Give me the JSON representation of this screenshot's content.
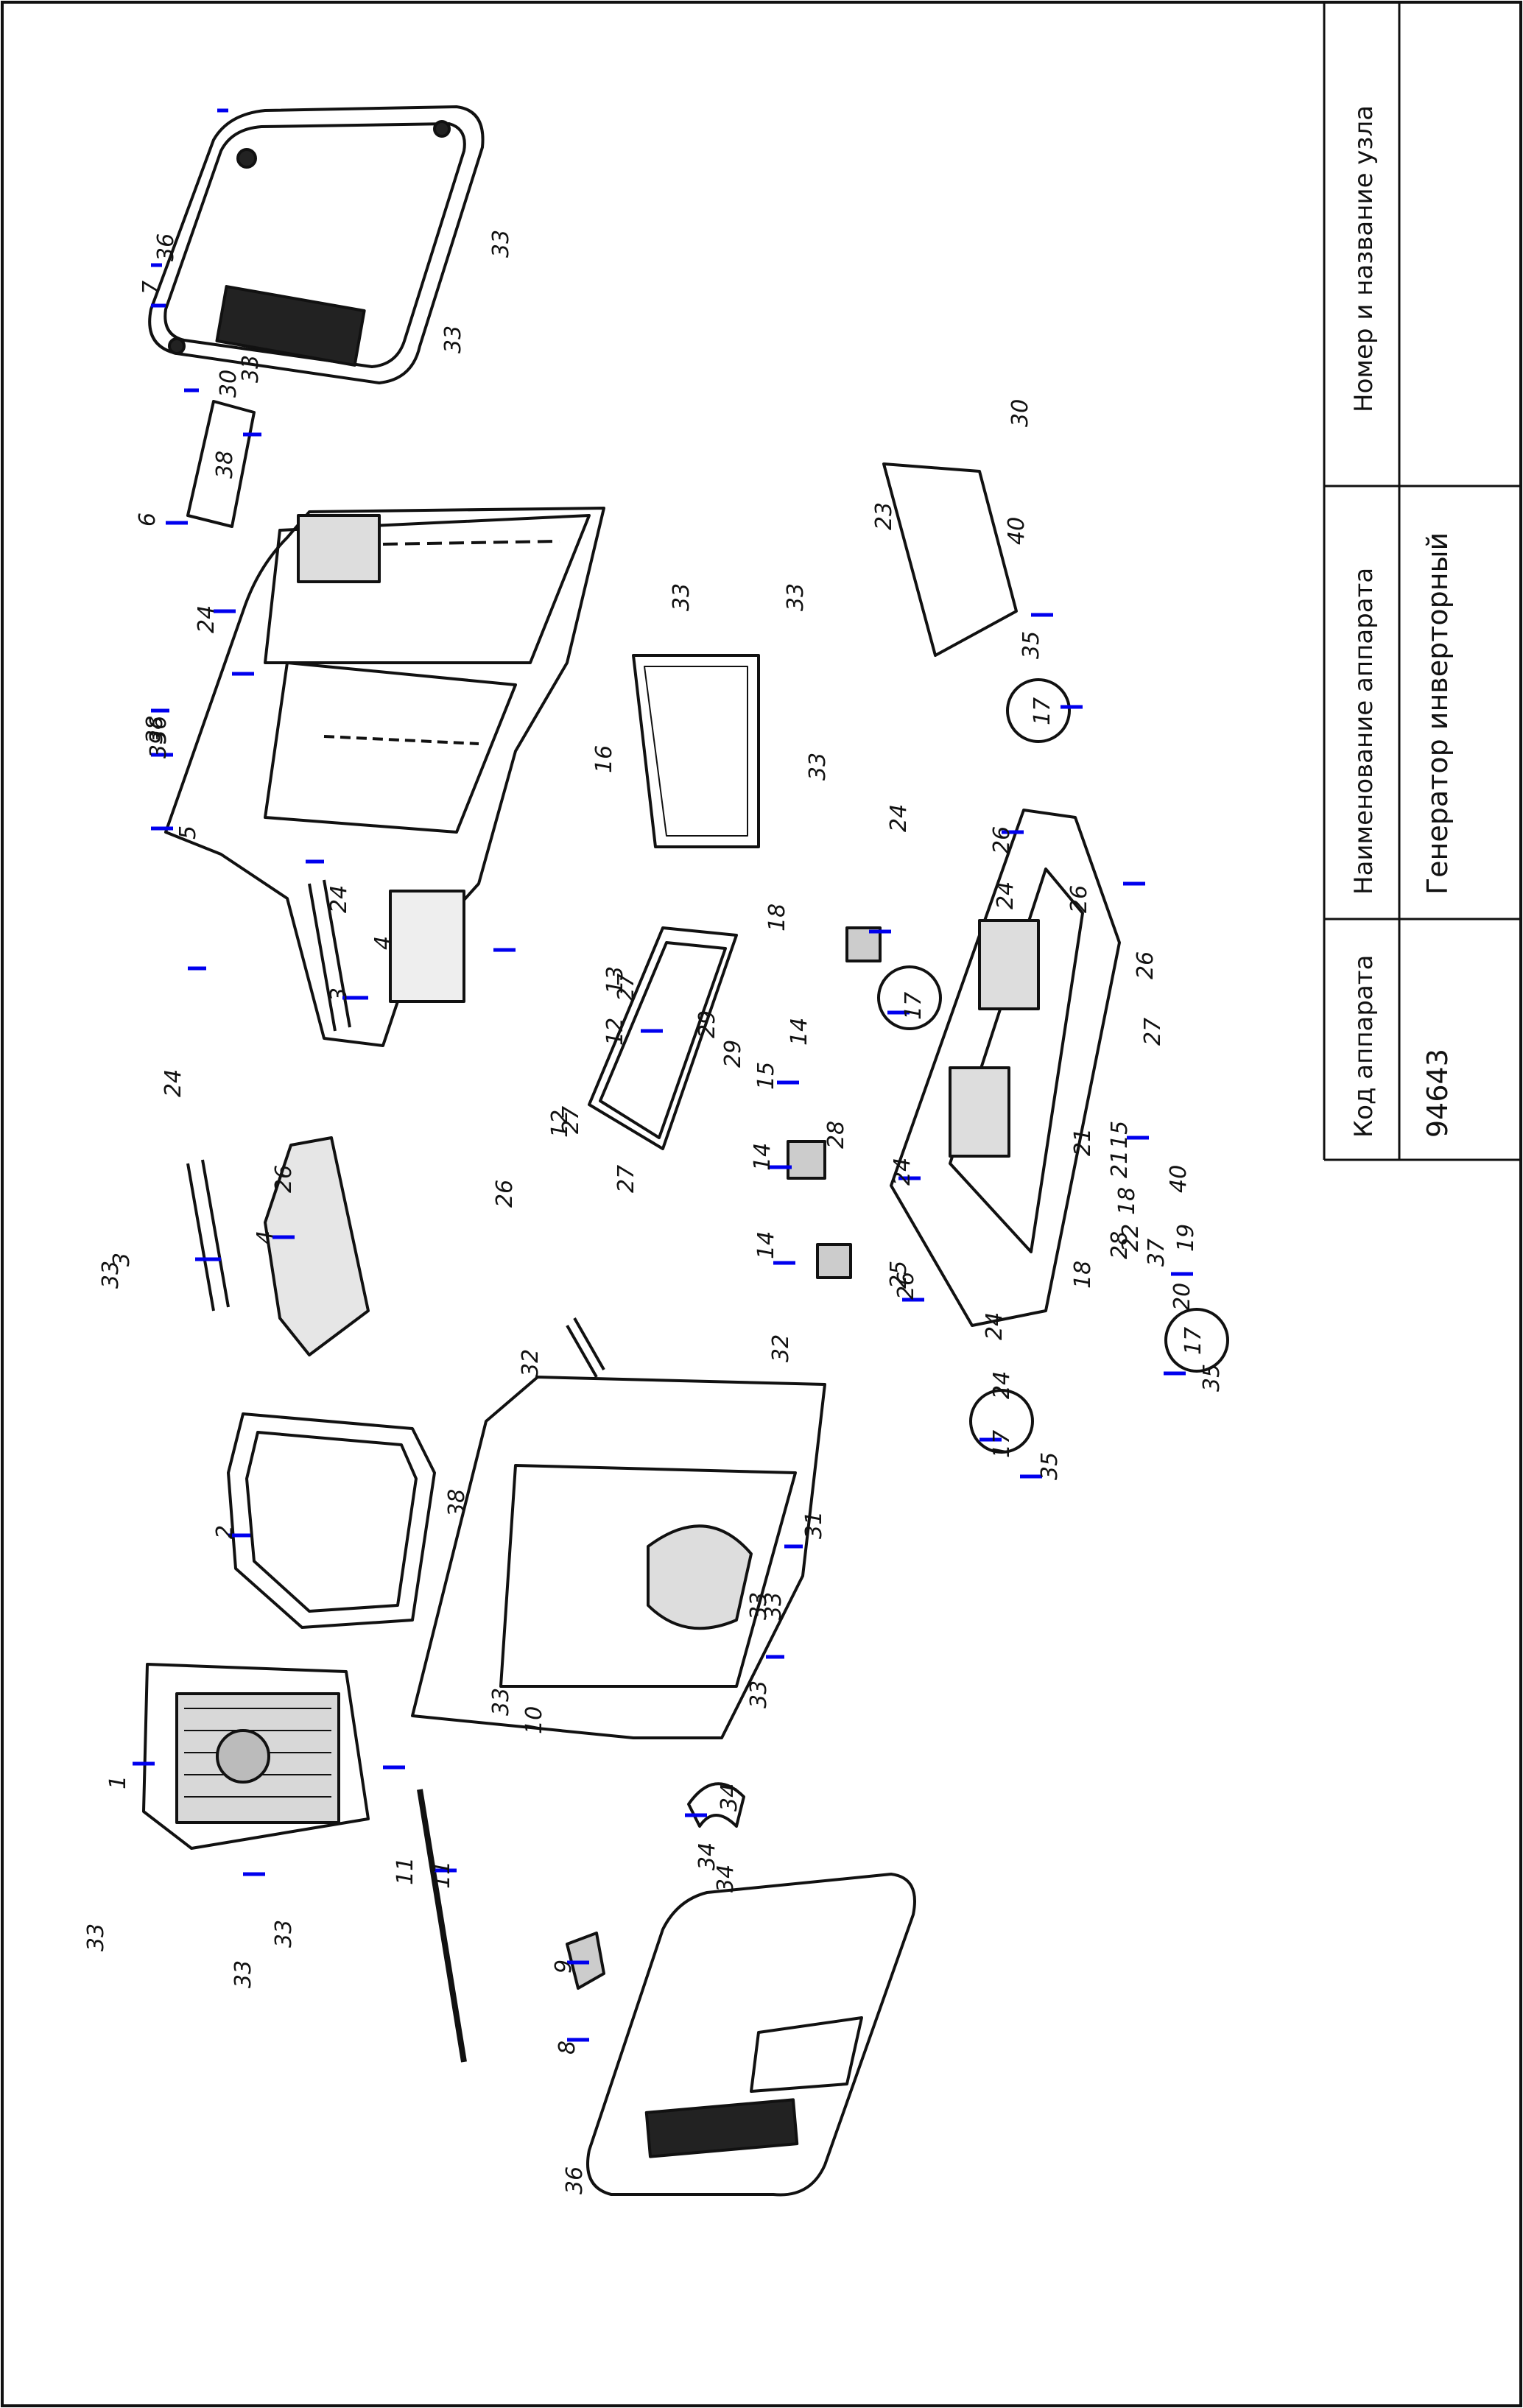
{
  "title_block": {
    "code_header": "Код аппарата",
    "name_header": "Наименование аппарата",
    "unit_header": "Номер и название узла",
    "code_value": "94643",
    "name_value": "Генератор инверторный",
    "unit_value": ""
  },
  "callouts": [
    {
      "label": "1"
    },
    {
      "label": "2"
    },
    {
      "label": "3"
    },
    {
      "label": "3"
    },
    {
      "label": "4"
    },
    {
      "label": "4"
    },
    {
      "label": "5"
    },
    {
      "label": "6"
    },
    {
      "label": "7"
    },
    {
      "label": "8"
    },
    {
      "label": "9"
    },
    {
      "label": "10"
    },
    {
      "label": "11"
    },
    {
      "label": "11"
    },
    {
      "label": "12"
    },
    {
      "label": "12"
    },
    {
      "label": "13"
    },
    {
      "label": "14"
    },
    {
      "label": "14"
    },
    {
      "label": "14"
    },
    {
      "label": "15"
    },
    {
      "label": "15"
    },
    {
      "label": "16"
    },
    {
      "label": "17"
    },
    {
      "label": "17"
    },
    {
      "label": "17"
    },
    {
      "label": "17"
    },
    {
      "label": "18"
    },
    {
      "label": "18"
    },
    {
      "label": "18"
    },
    {
      "label": "19"
    },
    {
      "label": "20"
    },
    {
      "label": "21"
    },
    {
      "label": "21"
    },
    {
      "label": "22"
    },
    {
      "label": "23"
    },
    {
      "label": "24"
    },
    {
      "label": "24"
    },
    {
      "label": "24"
    },
    {
      "label": "24"
    },
    {
      "label": "24"
    },
    {
      "label": "24"
    },
    {
      "label": "24"
    },
    {
      "label": "24"
    },
    {
      "label": "25"
    },
    {
      "label": "26"
    },
    {
      "label": "26"
    },
    {
      "label": "26"
    },
    {
      "label": "26"
    },
    {
      "label": "26"
    },
    {
      "label": "26"
    },
    {
      "label": "27"
    },
    {
      "label": "27"
    },
    {
      "label": "27"
    },
    {
      "label": "27"
    },
    {
      "label": "28"
    },
    {
      "label": "28"
    },
    {
      "label": "29"
    },
    {
      "label": "29"
    },
    {
      "label": "30"
    },
    {
      "label": "30"
    },
    {
      "label": "31"
    },
    {
      "label": "32"
    },
    {
      "label": "32"
    },
    {
      "label": "33"
    },
    {
      "label": "33"
    },
    {
      "label": "33"
    },
    {
      "label": "33"
    },
    {
      "label": "33"
    },
    {
      "label": "33"
    },
    {
      "label": "33"
    },
    {
      "label": "33"
    },
    {
      "label": "33"
    },
    {
      "label": "33"
    },
    {
      "label": "33"
    },
    {
      "label": "33"
    },
    {
      "label": "33"
    },
    {
      "label": "33"
    },
    {
      "label": "34"
    },
    {
      "label": "34"
    },
    {
      "label": "34"
    },
    {
      "label": "35"
    },
    {
      "label": "35"
    },
    {
      "label": "35"
    },
    {
      "label": "36"
    },
    {
      "label": "36"
    },
    {
      "label": "36"
    },
    {
      "label": "37"
    },
    {
      "label": "38"
    },
    {
      "label": "38"
    },
    {
      "label": "38"
    },
    {
      "label": "39"
    },
    {
      "label": "40"
    },
    {
      "label": "40"
    }
  ],
  "colors": {
    "ink": "#111111",
    "leader": "#0000ee",
    "paper": "#ffffff"
  }
}
